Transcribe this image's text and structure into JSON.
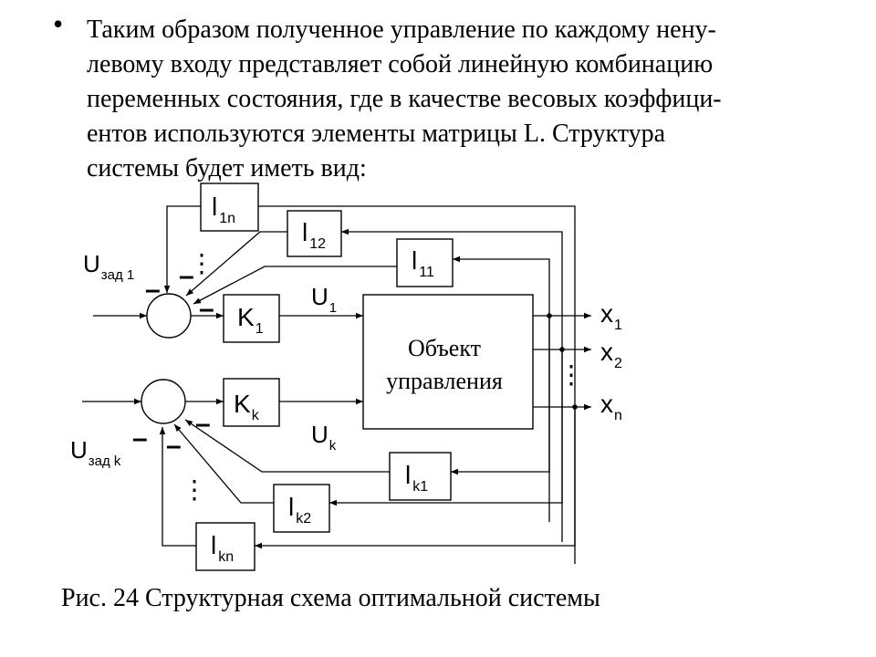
{
  "text": {
    "bullet": "•",
    "lines": [
      "Таким образом полученное управление по каждому нену-",
      "левому входу представляет собой линейную комбинацию",
      "переменных состояния, где в качестве весовых коэффици-",
      "ентов  используются элементы матрицы L. Структура",
      "системы будет иметь вид:"
    ]
  },
  "diagram": {
    "blocks": {
      "l1n": {
        "main": "l",
        "sub": "1n"
      },
      "l12": {
        "main": "l",
        "sub": "12"
      },
      "l11": {
        "main": "l",
        "sub": "11"
      },
      "k1": {
        "main": "K",
        "sub": "1"
      },
      "kk": {
        "main": "K",
        "sub": "k"
      },
      "lk1": {
        "main": "l",
        "sub": "k1"
      },
      "lk2": {
        "main": "l",
        "sub": "k2"
      },
      "lkn": {
        "main": "l",
        "sub": "kn"
      }
    },
    "object": {
      "line1": "Объект",
      "line2": "управления"
    },
    "signals": {
      "u1": {
        "main": "U",
        "sub": "1"
      },
      "uk": {
        "main": "U",
        "sub": "k"
      },
      "uzad1": {
        "main": "U",
        "sub": "зад 1"
      },
      "uzadk": {
        "main": "U",
        "sub": "зад k"
      }
    },
    "outputs": [
      {
        "main": "x",
        "sub": "1"
      },
      {
        "main": "x",
        "sub": "2"
      },
      {
        "main": "x",
        "sub": "n"
      }
    ],
    "minus": "–",
    "dots": "⋮"
  },
  "caption": "Рис. 24  Структурная схема оптимальной системы"
}
